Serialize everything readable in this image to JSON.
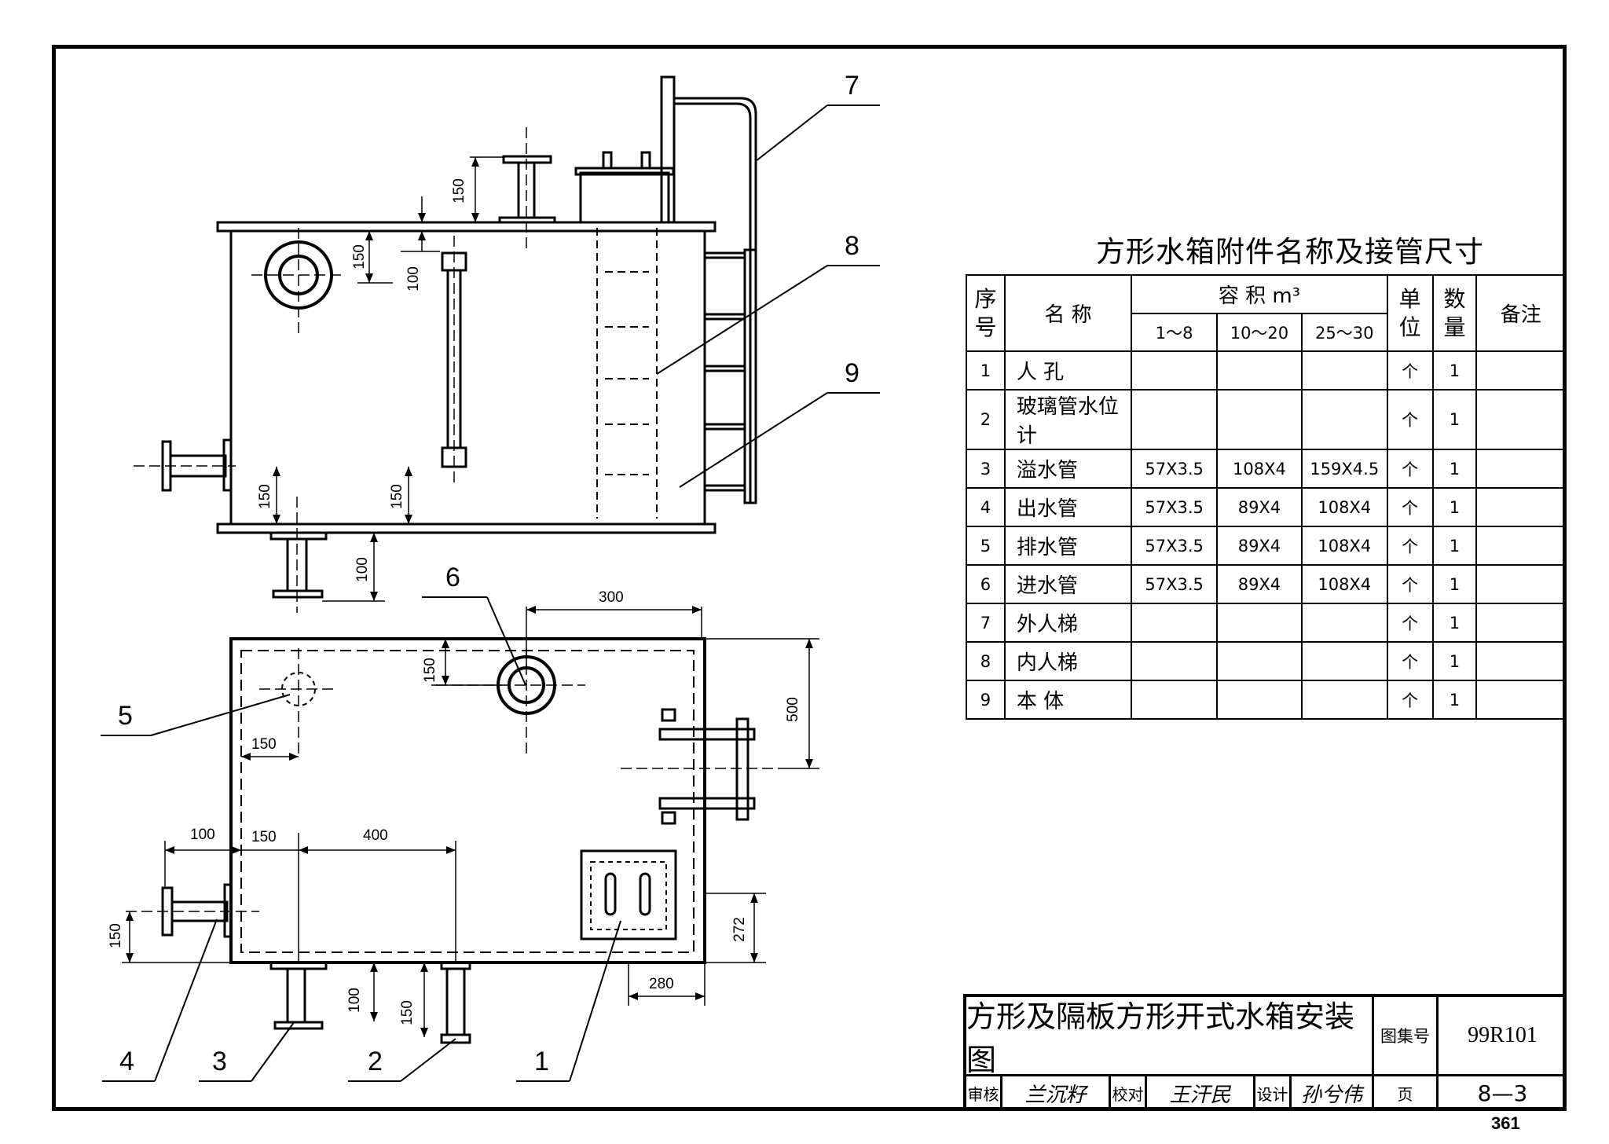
{
  "elevation": {
    "callouts": [
      "7",
      "8",
      "9"
    ],
    "dims": [
      "150",
      "150",
      "100",
      "150",
      "150",
      "100"
    ]
  },
  "plan": {
    "callouts": [
      "6",
      "5",
      "4",
      "3",
      "2",
      "1"
    ],
    "dims": [
      "300",
      "150",
      "500",
      "150",
      "100",
      "150",
      "400",
      "150",
      "272",
      "280",
      "100",
      "150"
    ]
  },
  "table": {
    "title": "方形水箱附件名称及接管尺寸",
    "headers": {
      "seq": "序\n号",
      "name": "名 称",
      "volume": "容 积 m³",
      "volume_ranges": [
        "1～8",
        "10～20",
        "25～30"
      ],
      "unit": "单\n位",
      "qty": "数\n量",
      "remark": "备注"
    },
    "rows": [
      {
        "no": "1",
        "name": "人 孔",
        "v1": "",
        "v2": "",
        "v3": "",
        "unit": "个",
        "qty": "1",
        "remark": ""
      },
      {
        "no": "2",
        "name": "玻璃管水位计",
        "v1": "",
        "v2": "",
        "v3": "",
        "unit": "个",
        "qty": "1",
        "remark": ""
      },
      {
        "no": "3",
        "name": "溢水管",
        "v1": "57X3.5",
        "v2": "108X4",
        "v3": "159X4.5",
        "unit": "个",
        "qty": "1",
        "remark": ""
      },
      {
        "no": "4",
        "name": "出水管",
        "v1": "57X3.5",
        "v2": "89X4",
        "v3": "108X4",
        "unit": "个",
        "qty": "1",
        "remark": ""
      },
      {
        "no": "5",
        "name": "排水管",
        "v1": "57X3.5",
        "v2": "89X4",
        "v3": "108X4",
        "unit": "个",
        "qty": "1",
        "remark": ""
      },
      {
        "no": "6",
        "name": "进水管",
        "v1": "57X3.5",
        "v2": "89X4",
        "v3": "108X4",
        "unit": "个",
        "qty": "1",
        "remark": ""
      },
      {
        "no": "7",
        "name": "外人梯",
        "v1": "",
        "v2": "",
        "v3": "",
        "unit": "个",
        "qty": "1",
        "remark": ""
      },
      {
        "no": "8",
        "name": "内人梯",
        "v1": "",
        "v2": "",
        "v3": "",
        "unit": "个",
        "qty": "1",
        "remark": ""
      },
      {
        "no": "9",
        "name": "本 体",
        "v1": "",
        "v2": "",
        "v3": "",
        "unit": "个",
        "qty": "1",
        "remark": ""
      }
    ]
  },
  "title_block": {
    "drawing_title": "方形及隔板方形开式水箱安装图",
    "atlas_label": "图集号",
    "atlas_no": "99R101",
    "review_label": "审核",
    "review_sig": "兰沉籽",
    "check_label": "校对",
    "check_sig": "王汗民",
    "design_label": "设计",
    "design_sig": "孙兮伟",
    "page_label": "页",
    "page_no": "8—3"
  },
  "sheet_number": "361"
}
